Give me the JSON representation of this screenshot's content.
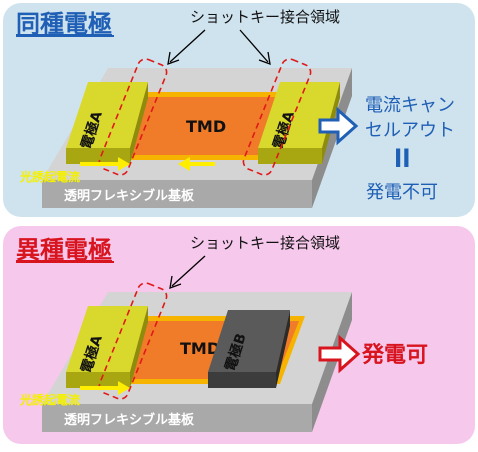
{
  "top": {
    "title": "同種電極",
    "callout": "ショットキー接合領域",
    "electrode_left": "電極A",
    "electrode_right": "電極A",
    "channel": "TMD",
    "photocurrent": "光誘起電流",
    "substrate": "透明フレキシブル基板",
    "result_line1": "電流キャン",
    "result_line2": "セルアウト",
    "result_symbol": "ll",
    "result_line3": "発電不可"
  },
  "bottom": {
    "title": "異種電極",
    "callout": "ショットキー接合領域",
    "electrode_left": "電極A",
    "electrode_right": "電極B",
    "channel": "TMD",
    "photocurrent": "光誘起電流",
    "substrate": "透明フレキシブル基板",
    "result": "発電可"
  },
  "colors": {
    "top_panel_bg": "#cfe3ee",
    "bottom_panel_bg": "#f6c8ec",
    "electrode_a": "#c8c81a",
    "electrode_b": "#4a4a4a",
    "tmd": "#f07b28",
    "substrate_top": "#d4d4d4",
    "substrate_side": "#8d8d8d",
    "photocurrent_arrow": "#ffee00",
    "junction_outline": "#e01919"
  }
}
